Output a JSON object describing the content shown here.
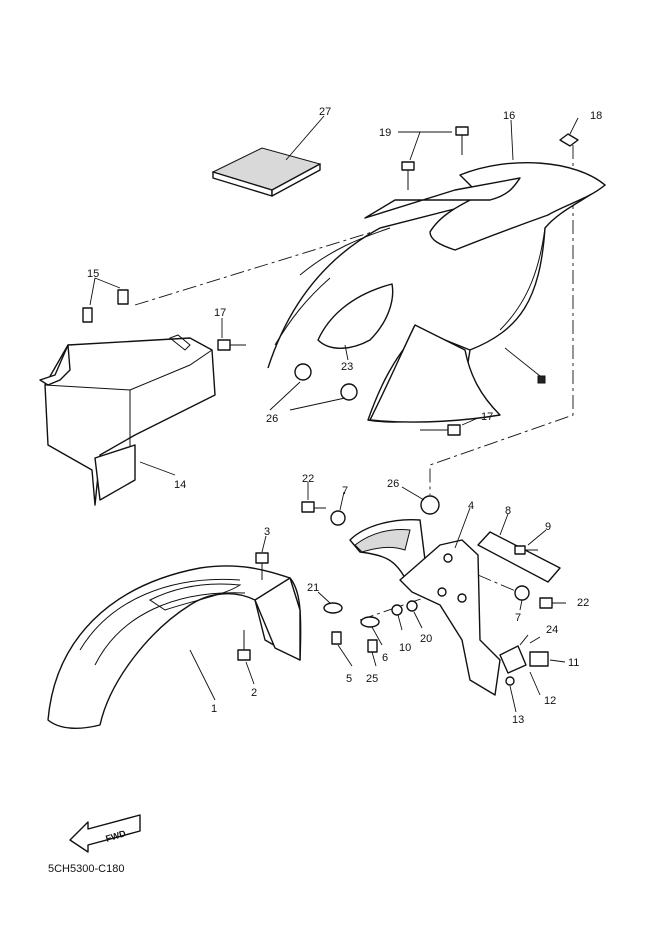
{
  "callouts": {
    "p1": "1",
    "p2": "2",
    "p3": "3",
    "p4": "4",
    "p5": "5",
    "p6": "6",
    "p7a": "7",
    "p7b": "7",
    "p8": "8",
    "p9": "9",
    "p10": "10",
    "p11": "11",
    "p12": "12",
    "p13": "13",
    "p14": "14",
    "p15": "15",
    "p16": "16",
    "p17a": "17",
    "p17b": "17",
    "p18": "18",
    "p19": "19",
    "p20": "20",
    "p21": "21",
    "p22a": "22",
    "p22b": "22",
    "p23": "23",
    "p24": "24",
    "p25": "25",
    "p26a": "26",
    "p26b": "26",
    "p27": "27"
  },
  "fwd_label": "FWD",
  "diagram_code": "5CH5300-C180"
}
